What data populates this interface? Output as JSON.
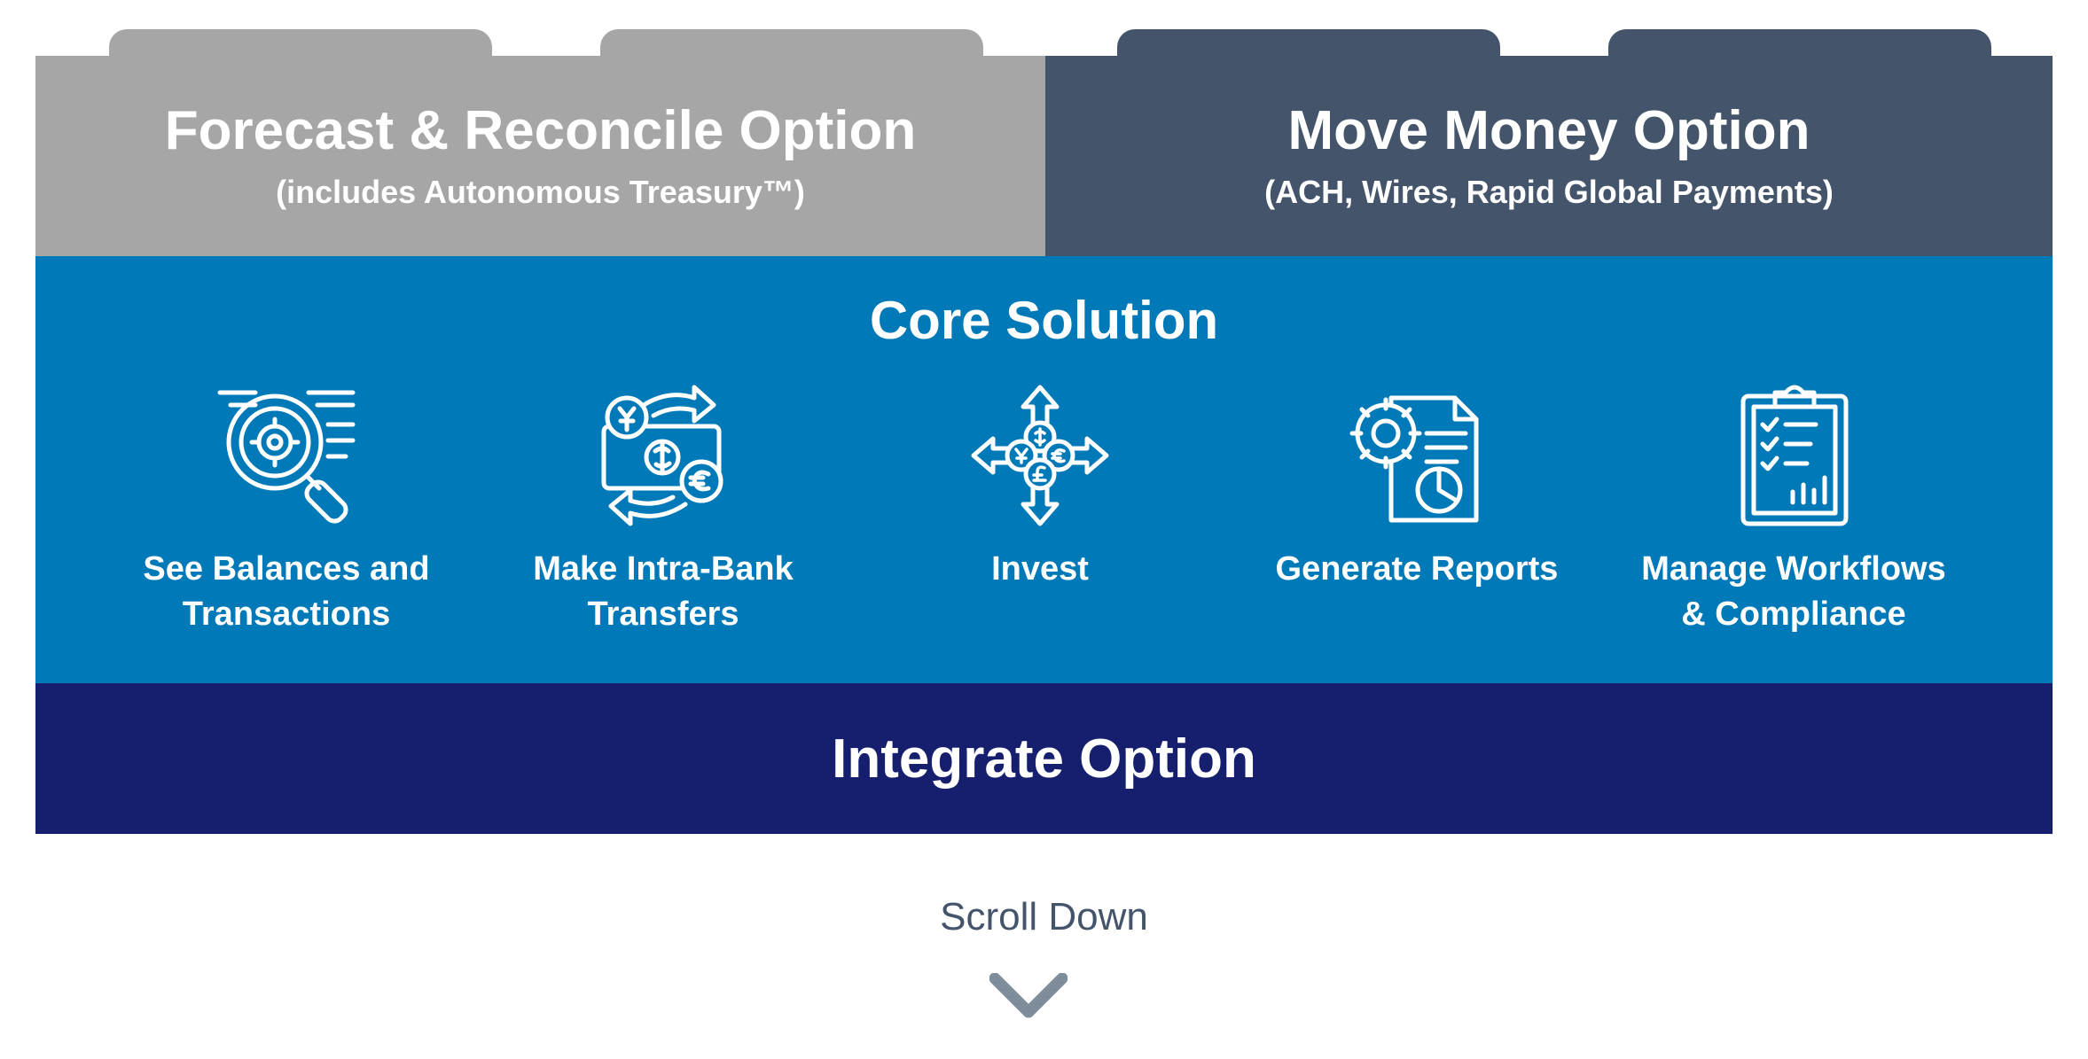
{
  "options": {
    "forecast": {
      "title": "Forecast & Reconcile Option",
      "subtitle": "(includes Autonomous Treasury™)"
    },
    "move_money": {
      "title": "Move Money Option",
      "subtitle": "(ACH, Wires, Rapid Global Payments)"
    },
    "integrate": {
      "title": "Integrate Option"
    }
  },
  "core": {
    "title": "Core Solution",
    "features": [
      {
        "label": "See Balances and\nTransactions",
        "icon": "magnifier-gear-icon"
      },
      {
        "label": "Make Intra-Bank\nTransfers",
        "icon": "currency-transfer-icon"
      },
      {
        "label": "Invest",
        "icon": "invest-arrows-icon"
      },
      {
        "label": "Generate Reports",
        "icon": "report-gear-icon"
      },
      {
        "label": "Manage Workflows\n& Compliance",
        "icon": "clipboard-checklist-icon"
      }
    ]
  },
  "scroll": {
    "label": "Scroll Down",
    "icon": "chevron-down-icon"
  },
  "colors": {
    "forecast_bg": "#a6a6a6",
    "move_money_bg": "#44546a",
    "core_bg": "#0079b8",
    "integrate_bg": "#161f6e",
    "scroll_text": "#44546a",
    "chevron": "#7f8c99"
  }
}
